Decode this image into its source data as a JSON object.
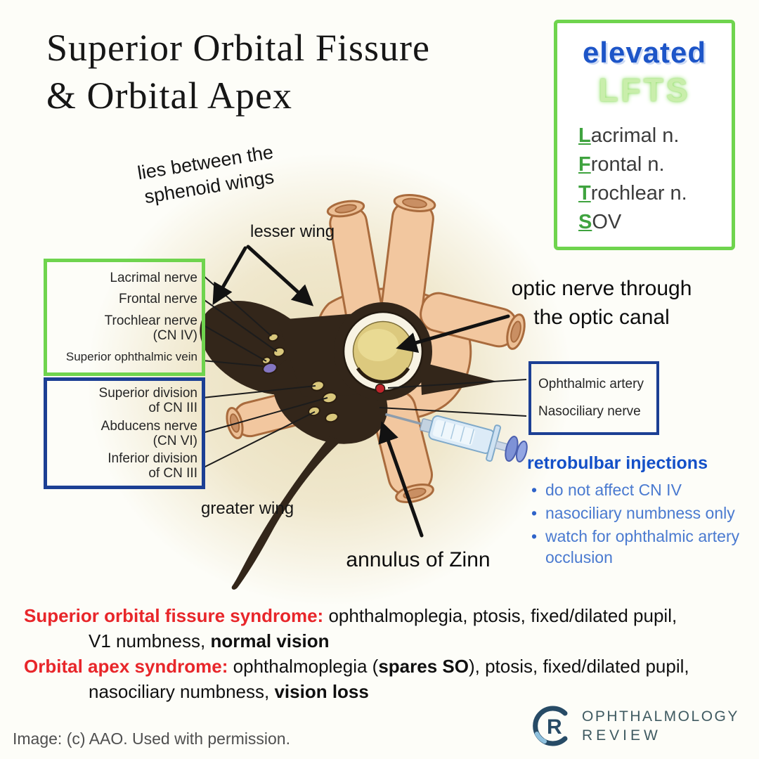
{
  "title": {
    "line1": "Superior Orbital Fissure",
    "line2": "& Orbital Apex"
  },
  "lfts_box": {
    "heading_blue": "elevated",
    "heading_green": "LFTS",
    "items": [
      {
        "lead": "L",
        "rest": "acrimal n."
      },
      {
        "lead": "F",
        "rest": "rontal n."
      },
      {
        "lead": "T",
        "rest": "rochlear n."
      },
      {
        "lead": "S",
        "rest": "OV"
      }
    ]
  },
  "annotations": {
    "sphenoid_note": "lies between the\nsphenoid wings",
    "lesser_wing": "lesser wing",
    "greater_wing": "greater wing",
    "optic_nerve": "optic nerve through\nthe optic canal",
    "annulus_of_zinn": "annulus of Zinn"
  },
  "green_box": {
    "items": [
      "Lacrimal nerve",
      "Frontal nerve",
      "Trochlear nerve\n(CN IV)",
      "Superior ophthalmic vein"
    ]
  },
  "blue_box": {
    "items": [
      "Superior division\nof CN III",
      "Abducens nerve\n(CN VI)",
      "Inferior division\nof CN III"
    ]
  },
  "right_box": {
    "items": [
      "Ophthalmic artery",
      "Nasociliary nerve"
    ]
  },
  "retrobulbar": {
    "heading": "retrobulbar injections",
    "bullets": [
      "do not affect CN IV",
      "nasociliary numbness only",
      "watch for ophthalmic artery occlusion"
    ]
  },
  "syndromes": {
    "sof_label": "Superior orbital fissure syndrome:",
    "sof_text": " ophthalmoplegia, ptosis, fixed/dilated pupil,",
    "sof_line2_text": "V1 numbness, ",
    "sof_line2_bold": "normal vision",
    "oas_label": "Orbital apex syndrome:",
    "oas_text1": " ophthalmoplegia (",
    "oas_bold1": "spares SO",
    "oas_text2": "), ptosis, fixed/dilated pupil,",
    "oas_line2_text": "nasociliary numbness, ",
    "oas_line2_bold": "vision loss"
  },
  "footer": {
    "credit": "Image: (c) AAO. Used with permission.",
    "logo_letter": "R",
    "logo_line1": "OPHTHALMOLOGY",
    "logo_line2": "REVIEW"
  },
  "colors": {
    "green_accent": "#6fd44e",
    "blue_accent": "#1c3f94",
    "red_accent": "#e8262a",
    "blue_heading": "#1d55c8",
    "lfts_green": "#c9eeab",
    "retrobulbar_blue": "#4a7ad0",
    "bone_peach": "#f2c79f",
    "fissure_dark": "#33261a"
  }
}
